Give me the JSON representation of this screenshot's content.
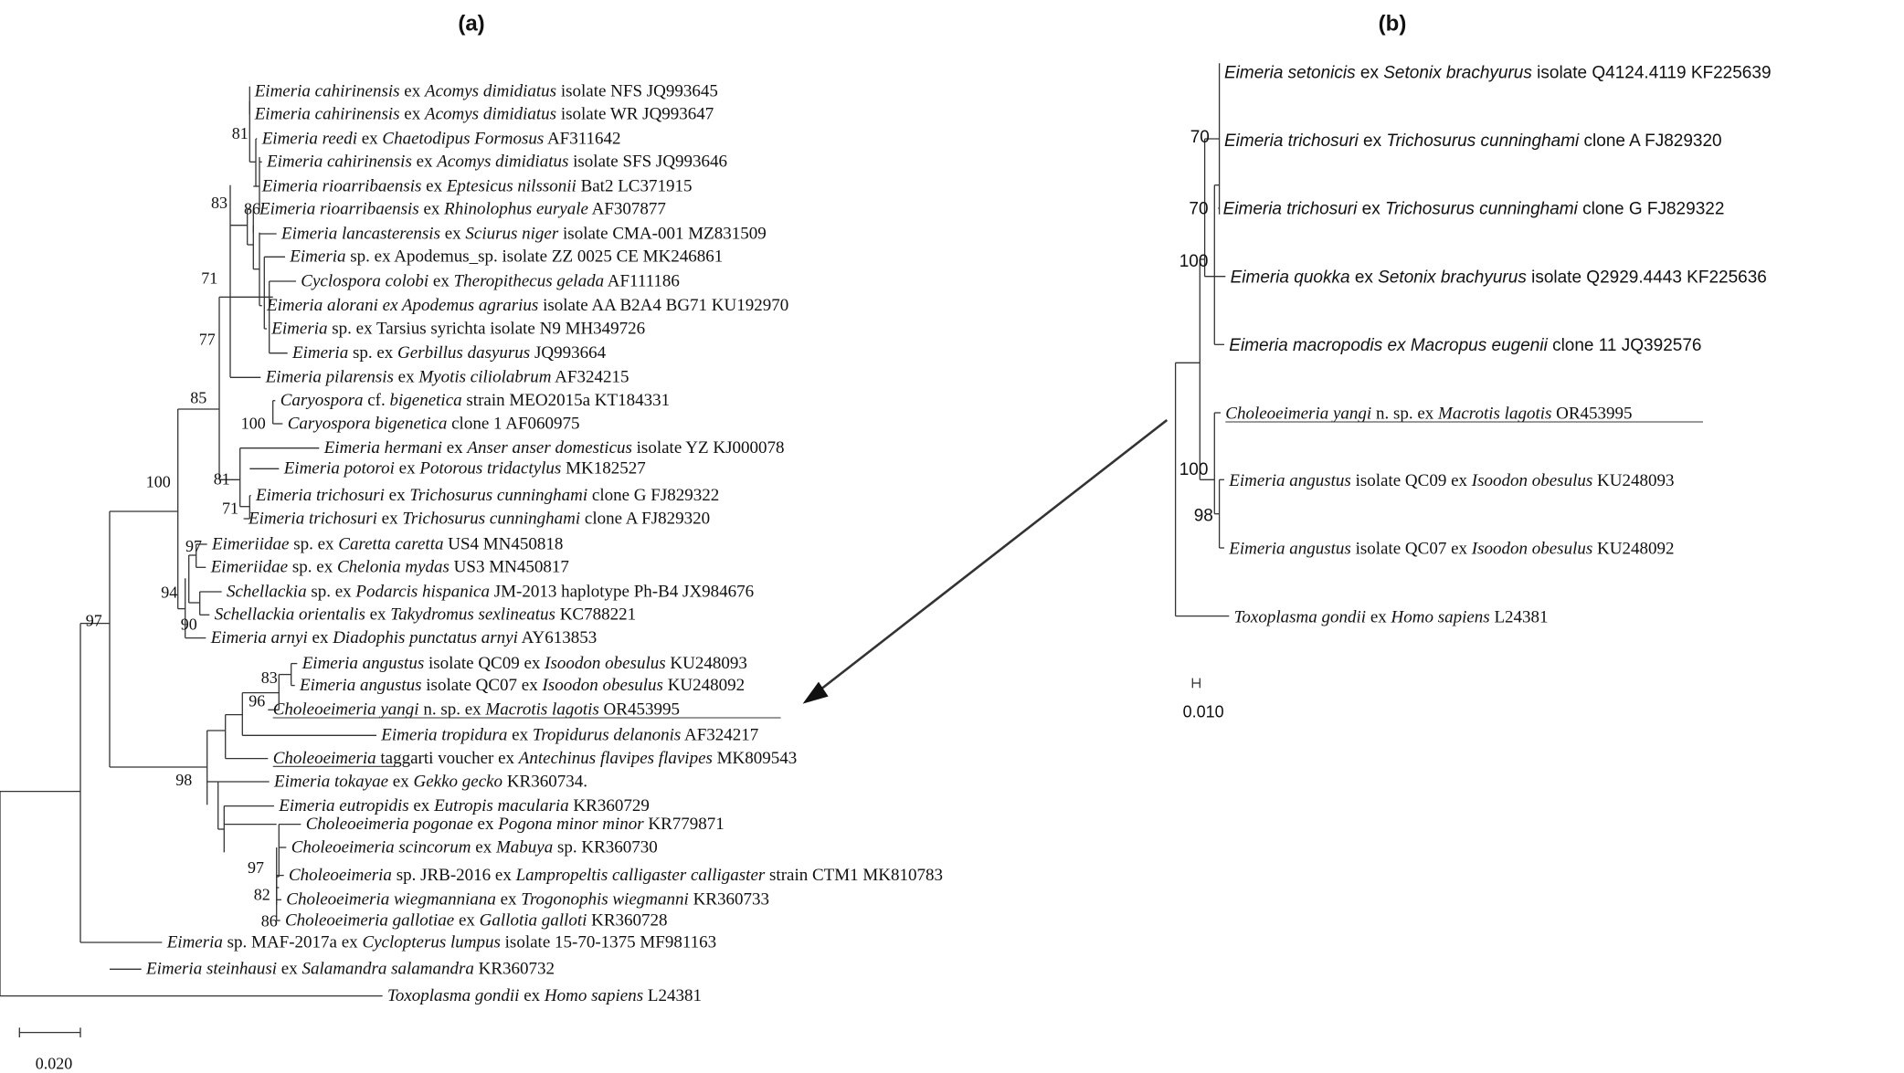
{
  "panels": {
    "a": {
      "label": "(a)",
      "scale_label": "0.020"
    },
    "b": {
      "label": "(b)",
      "scale_label": "0.010"
    }
  },
  "tree_a": {
    "leaves": [
      [
        {
          "t": "Eimeria cahirinensis",
          "i": 1
        },
        {
          "t": " ex "
        },
        {
          "t": "Acomys dimidiatus",
          "i": 1
        },
        {
          "t": "  isolate NFS JQ993645"
        }
      ],
      [
        {
          "t": "Eimeria cahirinensis",
          "i": 1
        },
        {
          "t": " ex "
        },
        {
          "t": "Acomys dimidiatus",
          "i": 1
        },
        {
          "t": "  isolate WR JQ993647"
        }
      ],
      [
        {
          "t": "Eimeria reedi",
          "i": 1
        },
        {
          "t": " ex "
        },
        {
          "t": "Chaetodipus Formosus",
          "i": 1
        },
        {
          "t": " AF311642"
        }
      ],
      [
        {
          "t": "Eimeria cahirinensis",
          "i": 1
        },
        {
          "t": " ex "
        },
        {
          "t": "Acomys dimidiatus",
          "i": 1
        },
        {
          "t": " isolate SFS JQ993646"
        }
      ],
      [
        {
          "t": "Eimeria rioarribaensis",
          "i": 1
        },
        {
          "t": " ex "
        },
        {
          "t": "Eptesicus nilssonii",
          "i": 1
        },
        {
          "t": " Bat2 LC371915"
        }
      ],
      [
        {
          "t": "Eimeria rioarribaensis",
          "i": 1
        },
        {
          "t": " ex "
        },
        {
          "t": "Rhinolophus euryale",
          "i": 1
        },
        {
          "t": " AF307877"
        }
      ],
      [
        {
          "t": "Eimeria lancasterensis",
          "i": 1
        },
        {
          "t": " ex "
        },
        {
          "t": "Sciurus niger",
          "i": 1
        },
        {
          "t": " isolate CMA-001 MZ831509"
        }
      ],
      [
        {
          "t": "Eimeria",
          "i": 1
        },
        {
          "t": " sp. ex Apodemus_sp. isolate ZZ 0025 CE MK246861"
        }
      ],
      [
        {
          "t": "Cyclospora colobi",
          "i": 1
        },
        {
          "t": " ex "
        },
        {
          "t": "Theropithecus gelada",
          "i": 1
        },
        {
          "t": " AF111186"
        }
      ],
      [
        {
          "t": "Eimeria alorani ex Apodemus agrarius",
          "i": 1
        },
        {
          "t": " isolate AA B2A4 BG71 KU192970"
        }
      ],
      [
        {
          "t": "Eimeria",
          "i": 1
        },
        {
          "t": " sp. ex Tarsius syrichta isolate N9 MH349726"
        }
      ],
      [
        {
          "t": "Eimeria",
          "i": 1
        },
        {
          "t": " sp. ex "
        },
        {
          "t": "Gerbillus dasyurus",
          "i": 1
        },
        {
          "t": " JQ993664"
        }
      ],
      [
        {
          "t": "Eimeria pilarensis",
          "i": 1
        },
        {
          "t": " ex "
        },
        {
          "t": "Myotis ciliolabrum",
          "i": 1
        },
        {
          "t": " AF324215"
        }
      ],
      [
        {
          "t": "Caryospora",
          "i": 1
        },
        {
          "t": " cf. "
        },
        {
          "t": "bigenetica",
          "i": 1
        },
        {
          "t": " strain MEO2015a KT184331"
        }
      ],
      [
        {
          "t": "Caryospora bigenetica",
          "i": 1
        },
        {
          "t": " clone 1 AF060975"
        }
      ],
      [
        {
          "t": "Eimeria hermani",
          "i": 1
        },
        {
          "t": " ex "
        },
        {
          "t": "Anser anser domesticus",
          "i": 1
        },
        {
          "t": " isolate YZ KJ000078"
        }
      ],
      [
        {
          "t": "Eimeria potoroi",
          "i": 1
        },
        {
          "t": " ex "
        },
        {
          "t": "Potorous tridactylus",
          "i": 1
        },
        {
          "t": " MK182527"
        }
      ],
      [
        {
          "t": "Eimeria trichosuri",
          "i": 1
        },
        {
          "t": " ex "
        },
        {
          "t": "Trichosurus cunninghami",
          "i": 1
        },
        {
          "t": " clone G FJ829322"
        }
      ],
      [
        {
          "t": "Eimeria trichosuri",
          "i": 1
        },
        {
          "t": " ex "
        },
        {
          "t": "Trichosurus cunninghami",
          "i": 1
        },
        {
          "t": " clone A FJ829320"
        }
      ],
      [
        {
          "t": "Eimeriidae",
          "i": 1
        },
        {
          "t": " sp. ex "
        },
        {
          "t": "Caretta caretta",
          "i": 1
        },
        {
          "t": " US4 MN450818"
        }
      ],
      [
        {
          "t": "Eimeriidae",
          "i": 1
        },
        {
          "t": " sp. ex "
        },
        {
          "t": "Chelonia mydas",
          "i": 1
        },
        {
          "t": " US3 MN450817"
        }
      ],
      [
        {
          "t": "Schellackia",
          "i": 1
        },
        {
          "t": " sp. ex "
        },
        {
          "t": "Podarcis hispanica",
          "i": 1
        },
        {
          "t": " JM-2013 haplotype Ph-B4 JX984676"
        }
      ],
      [
        {
          "t": "Schellackia orientalis",
          "i": 1
        },
        {
          "t": " ex "
        },
        {
          "t": "Takydromus sexlineatus",
          "i": 1
        },
        {
          "t": " KC788221"
        }
      ],
      [
        {
          "t": "Eimeria arnyi",
          "i": 1
        },
        {
          "t": " ex "
        },
        {
          "t": "Diadophis punctatus arnyi",
          "i": 1
        },
        {
          "t": " AY613853"
        }
      ],
      [
        {
          "t": "Eimeria angustus",
          "i": 1
        },
        {
          "t": " isolate QC09 ex "
        },
        {
          "t": "Isoodon obesulus",
          "i": 1
        },
        {
          "t": " KU248093"
        }
      ],
      [
        {
          "t": "Eimeria angustus",
          "i": 1
        },
        {
          "t": " isolate QC07 ex "
        },
        {
          "t": "Isoodon obesulus",
          "i": 1
        },
        {
          "t": " KU248092"
        }
      ],
      [
        {
          "t": "Choleoeimeria yangi",
          "i": 1,
          "u": 1
        },
        {
          "t": " n. sp. ex ",
          "u": 1
        },
        {
          "t": "Macrotis lagotis",
          "i": 1,
          "u": 1
        },
        {
          "t": " OR453995",
          "u": 1
        }
      ],
      [
        {
          "t": "Eimeria tropidura",
          "i": 1
        },
        {
          "t": " ex "
        },
        {
          "t": "Tropidurus delanonis",
          "i": 1
        },
        {
          "t": " AF324217"
        }
      ],
      [
        {
          "t": "Choleoeimeria",
          "i": 1,
          "u": 1
        },
        {
          "t": " taggarti voucher ex  "
        },
        {
          "t": "Antechinus flavipes flavipes",
          "i": 1
        },
        {
          "t": "  MK809543"
        }
      ],
      [
        {
          "t": "Eimeria tokayae",
          "i": 1
        },
        {
          "t": " ex "
        },
        {
          "t": "Gekko gecko",
          "i": 1
        },
        {
          "t": " KR360734."
        }
      ],
      [
        {
          "t": "Eimeria eutropidis",
          "i": 1
        },
        {
          "t": " ex "
        },
        {
          "t": "Eutropis macularia",
          "i": 1
        },
        {
          "t": " KR360729"
        }
      ],
      [
        {
          "t": "Choleoeimeria pogonae",
          "i": 1
        },
        {
          "t": " ex "
        },
        {
          "t": "Pogona minor minor",
          "i": 1
        },
        {
          "t": " KR779871"
        }
      ],
      [
        {
          "t": "Choleoeimeria scincorum",
          "i": 1
        },
        {
          "t": " ex "
        },
        {
          "t": "Mabuya",
          "i": 1
        },
        {
          "t": " sp. KR360730"
        }
      ],
      [
        {
          "t": "Choleoeimeria",
          "i": 1
        },
        {
          "t": " sp. JRB-2016 ex "
        },
        {
          "t": "Lampropeltis calligaster calligaster",
          "i": 1
        },
        {
          "t": " strain CTM1 MK810783"
        }
      ],
      [
        {
          "t": "Choleoeimeria wiegmanniana",
          "i": 1
        },
        {
          "t": " ex "
        },
        {
          "t": "Trogonophis wiegmanni",
          "i": 1
        },
        {
          "t": " KR360733"
        }
      ],
      [
        {
          "t": "Choleoeimeria gallotiae",
          "i": 1
        },
        {
          "t": " ex "
        },
        {
          "t": "Gallotia galloti",
          "i": 1
        },
        {
          "t": " KR360728"
        }
      ],
      [
        {
          "t": "Eimeria",
          "i": 1
        },
        {
          "t": " sp. MAF-2017a ex "
        },
        {
          "t": "Cyclopterus lumpus",
          "i": 1
        },
        {
          "t": " isolate 15-70-1375 MF981163"
        }
      ],
      [
        {
          "t": "Eimeria steinhausi",
          "i": 1
        },
        {
          "t": " ex "
        },
        {
          "t": "Salamandra salamandra",
          "i": 1
        },
        {
          "t": " KR360732"
        }
      ],
      [
        {
          "t": "Toxoplasma gondii",
          "i": 1
        },
        {
          "t": " ex "
        },
        {
          "t": "Homo sapiens",
          "i": 1
        },
        {
          "t": " L24381"
        }
      ]
    ],
    "bootstrap": [
      "81",
      "83",
      "86",
      "71",
      "77",
      "85",
      "100",
      "81",
      "71",
      "100",
      "97",
      "94",
      "90",
      "97",
      "83",
      "96",
      "98",
      "97",
      "82",
      "86"
    ]
  },
  "tree_b": {
    "leaves": [
      [
        {
          "t": "Eimeria setonicis",
          "i": 1
        },
        {
          "t": " ex "
        },
        {
          "t": "Setonix brachyurus",
          "i": 1
        },
        {
          "t": " isolate Q4124.4119 KF225639"
        }
      ],
      [
        {
          "t": "Eimeria trichosuri",
          "i": 1
        },
        {
          "t": " ex "
        },
        {
          "t": "Trichosurus cunninghami",
          "i": 1
        },
        {
          "t": " clone A FJ829320"
        }
      ],
      [
        {
          "t": "Eimeria trichosuri",
          "i": 1
        },
        {
          "t": " ex "
        },
        {
          "t": "Trichosurus cunninghami",
          "i": 1
        },
        {
          "t": " clone G FJ829322"
        }
      ],
      [
        {
          "t": "Eimeria quokka",
          "i": 1
        },
        {
          "t": " ex "
        },
        {
          "t": "Setonix brachyurus",
          "i": 1
        },
        {
          "t": " isolate Q2929.4443  KF225636"
        }
      ],
      [
        {
          "t": "Eimeria macropodis ex Macropus eugenii",
          "i": 1
        },
        {
          "t": " clone 11  JQ392576"
        }
      ],
      [
        {
          "t": "Choleoeimeria yangi",
          "i": 1,
          "u": 1
        },
        {
          "t": " n. sp. ex ",
          "u": 1
        },
        {
          "t": "Macrotis lagotis",
          "i": 1,
          "u": 1
        },
        {
          "t": " OR453995",
          "u": 1
        }
      ],
      [
        {
          "t": "Eimeria angustus",
          "i": 1
        },
        {
          "t": " isolate QC09 ex "
        },
        {
          "t": "Isoodon obesulus",
          "i": 1
        },
        {
          "t": " KU248093"
        }
      ],
      [
        {
          "t": "Eimeria angustus",
          "i": 1
        },
        {
          "t": " isolate QC07 ex "
        },
        {
          "t": "Isoodon obesulus",
          "i": 1
        },
        {
          "t": " KU248092"
        }
      ],
      [
        {
          "t": "Toxoplasma gondii",
          "i": 1
        },
        {
          "t": " ex "
        },
        {
          "t": "Homo sapiens",
          "i": 1
        },
        {
          "t": " L24381"
        }
      ]
    ],
    "bootstrap": [
      "70",
      "70",
      "100",
      "100",
      "98"
    ]
  }
}
